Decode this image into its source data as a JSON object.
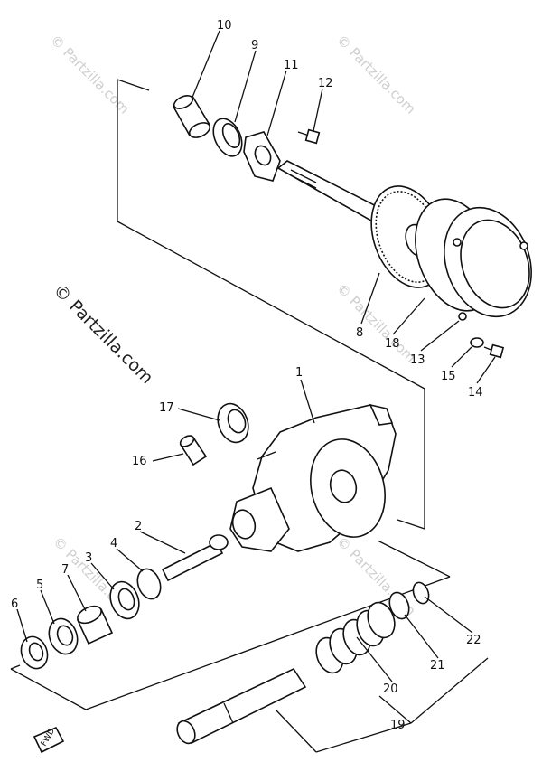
{
  "watermark": {
    "text": "© Partzilla.com"
  },
  "fwd_mark": "FWD",
  "callouts": [
    {
      "id": "c10",
      "label": "10"
    },
    {
      "id": "c9",
      "label": "9"
    },
    {
      "id": "c11",
      "label": "11"
    },
    {
      "id": "c12",
      "label": "12"
    },
    {
      "id": "c8",
      "label": "8"
    },
    {
      "id": "c18",
      "label": "18"
    },
    {
      "id": "c13",
      "label": "13"
    },
    {
      "id": "c15",
      "label": "15"
    },
    {
      "id": "c14",
      "label": "14"
    },
    {
      "id": "c1",
      "label": "1"
    },
    {
      "id": "c17",
      "label": "17"
    },
    {
      "id": "c16",
      "label": "16"
    },
    {
      "id": "c2",
      "label": "2"
    },
    {
      "id": "c4",
      "label": "4"
    },
    {
      "id": "c3",
      "label": "3"
    },
    {
      "id": "c7",
      "label": "7"
    },
    {
      "id": "c5",
      "label": "5"
    },
    {
      "id": "c6",
      "label": "6"
    },
    {
      "id": "c20",
      "label": "20"
    },
    {
      "id": "c21",
      "label": "21"
    },
    {
      "id": "c22",
      "label": "22"
    },
    {
      "id": "c19",
      "label": "19"
    }
  ]
}
